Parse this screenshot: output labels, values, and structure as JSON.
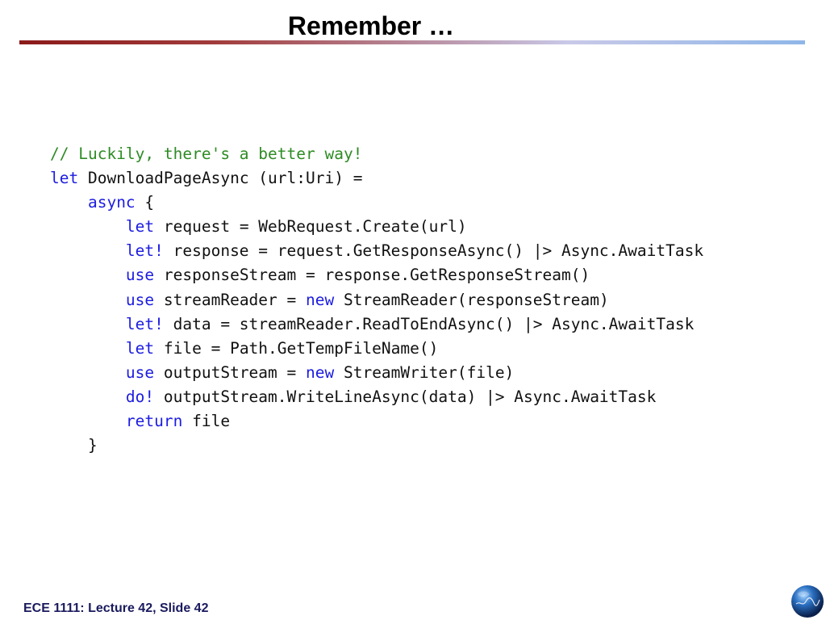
{
  "slide": {
    "title": "Remember …",
    "footer": "ECE 1111: Lecture 42, Slide 42"
  },
  "code": {
    "comment": "// Luckily, there's a better way!",
    "line2_kw": "let",
    "line2_rest": " DownloadPageAsync (url:Uri) =",
    "line3_kw": "async",
    "line3_rest": " {",
    "line4_kw": "let",
    "line4_rest": " request = WebRequest.Create(url)",
    "line5_kw": "let!",
    "line5_rest": " response = request.GetResponseAsync() |> Async.AwaitTask",
    "line6_kw": "use",
    "line6_rest": " responseStream = response.GetResponseStream()",
    "line7_kw": "use",
    "line7_mid": " streamReader = ",
    "line7_kw2": "new",
    "line7_rest": " StreamReader(responseStream)",
    "line8_kw": "let!",
    "line8_rest": " data = streamReader.ReadToEndAsync() |> Async.AwaitTask",
    "line9_kw": "let",
    "line9_rest": " file = Path.GetTempFileName()",
    "line10_kw": "use",
    "line10_mid": " outputStream = ",
    "line10_kw2": "new",
    "line10_rest": " StreamWriter(file)",
    "line11_kw": "do!",
    "line11_rest": " outputStream.WriteLineAsync(data) |> Async.AwaitTask",
    "line12_kw": "return",
    "line12_rest": " file",
    "line13": "}"
  },
  "colors": {
    "comment": "#2e8b24",
    "keyword": "#1c1ce0",
    "footer": "#1a1a5e"
  },
  "icons": {
    "logo": "globe-logo-icon"
  }
}
